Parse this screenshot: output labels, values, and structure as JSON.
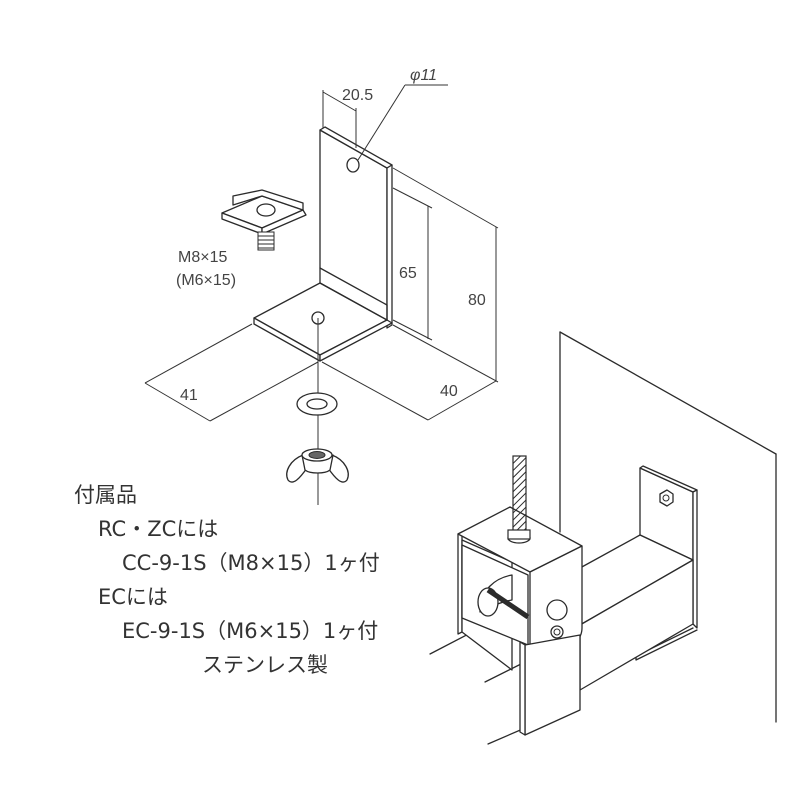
{
  "diagram": {
    "title": "L-bracket mounting hardware drawing",
    "colors": {
      "line": "#2b2b2b",
      "text": "#444444",
      "background": "#ffffff"
    },
    "dimensions": {
      "hole_offset": "20.5",
      "hole_diameter": "φ11",
      "inner_height": "65",
      "total_height": "80",
      "base_width": "41",
      "base_depth": "40"
    },
    "clip_label": {
      "line1": "M8×15",
      "line2": "(M6×15)"
    },
    "parts": {
      "bracket": "L-bracket",
      "clip": "channel clip",
      "washer": "washer",
      "wing_nut": "wing nut",
      "rod": "threaded rod",
      "wall": "wall",
      "hanger": "pipe hanger"
    }
  },
  "notes": {
    "heading": "付属品",
    "line1": "RC・ZCには",
    "line2": "CC-9-1S（M8×15）1ヶ付",
    "line3": "ECには",
    "line4": "EC-9-1S（M6×15）1ヶ付",
    "line5": "ステンレス製"
  }
}
